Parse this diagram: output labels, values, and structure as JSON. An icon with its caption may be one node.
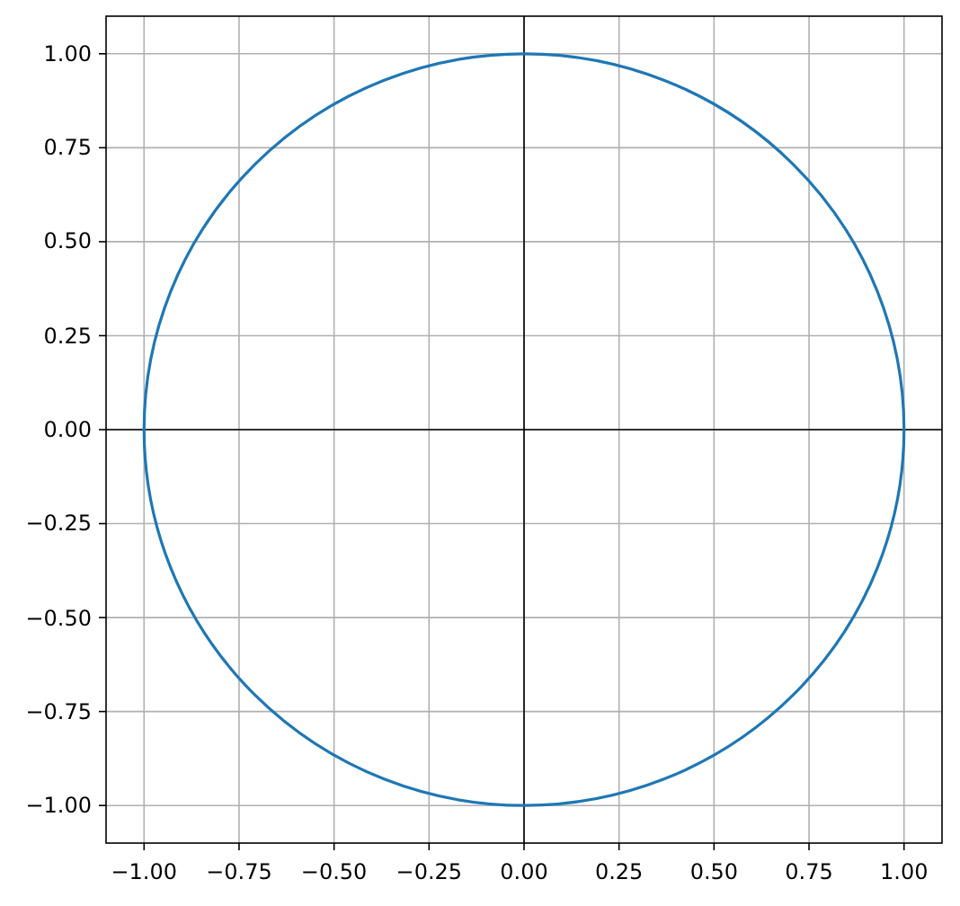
{
  "diagram": {
    "chart_data": {
      "type": "line",
      "grid": true,
      "xlim": [
        -1.1,
        1.1
      ],
      "ylim": [
        -1.1,
        1.1
      ],
      "xticks": [
        {
          "value": -1,
          "label": "−1.00"
        },
        {
          "value": -0.75,
          "label": "−0.75"
        },
        {
          "value": -0.5,
          "label": "−0.50"
        },
        {
          "value": -0.25,
          "label": "−0.25"
        },
        {
          "value": 0,
          "label": "0.00"
        },
        {
          "value": 0.25,
          "label": "0.25"
        },
        {
          "value": 0.5,
          "label": "0.50"
        },
        {
          "value": 0.75,
          "label": "0.75"
        },
        {
          "value": 1,
          "label": "1.00"
        }
      ],
      "yticks": [
        {
          "value": -1,
          "label": "−1.00"
        },
        {
          "value": -0.75,
          "label": "−0.75"
        },
        {
          "value": -0.5,
          "label": "−0.50"
        },
        {
          "value": -0.25,
          "label": "−0.25"
        },
        {
          "value": 0,
          "label": "0.00"
        },
        {
          "value": 0.25,
          "label": "0.25"
        },
        {
          "value": 0.5,
          "label": "0.50"
        },
        {
          "value": 0.75,
          "label": "0.75"
        },
        {
          "value": 1,
          "label": "1.00"
        }
      ]
    }
  }
}
